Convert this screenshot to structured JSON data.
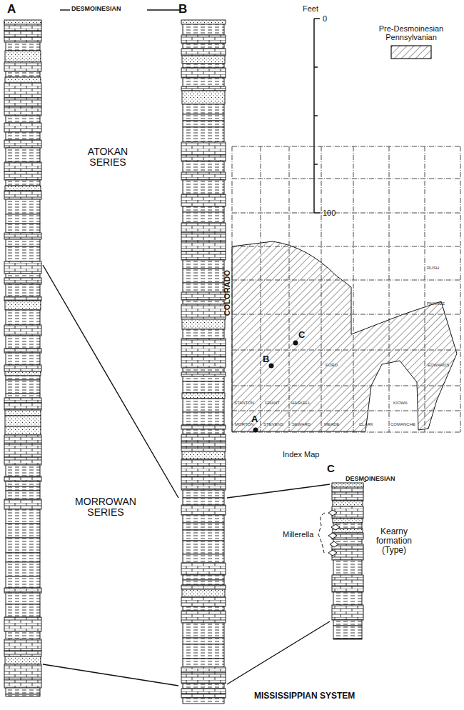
{
  "diagram": {
    "labels": [
      "A",
      "B",
      "DESMOINESIAN",
      "ATOKAN SERIES",
      "MORROWAN SERIES",
      "Feet",
      "0",
      "100",
      "COLORADO",
      "B",
      "C",
      "A",
      "Index Map",
      "DESMOINESIAN",
      "Millerella",
      "Kearny formation (Type)",
      "C",
      "MISSISSIPPIAN SYSTEM",
      "MORTON",
      "STEVENS",
      "SEWARD",
      "MEADE",
      "CLARK",
      "COMANCHE",
      "STANTON",
      "GRANT",
      "HASKELL",
      "FORD",
      "KIOWA",
      "EDWARDS",
      "PAWNEE",
      "RUSH"
    ],
    "legend": [
      {
        "text": "Pre-Desmoinesian Pennsylvanian"
      }
    ]
  }
}
